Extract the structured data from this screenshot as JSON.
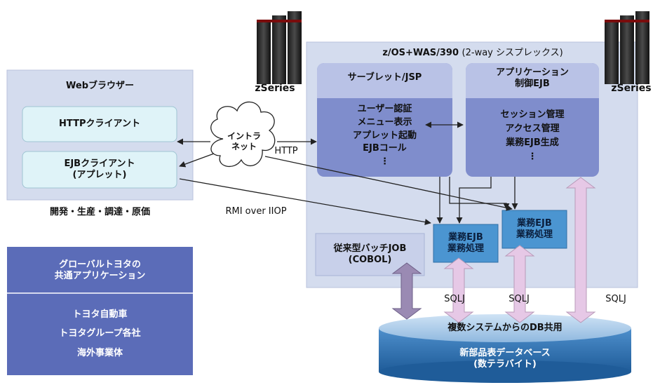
{
  "zos": {
    "title": "z/OS+WAS/390",
    "title_suffix": "(2-way シスプレックス)",
    "server_label_left": "zSeries",
    "server_label_right": "zSeries",
    "servlet": {
      "header": "サーブレット/JSP",
      "lines": "ユーザー認証\nメニュー表示\nアプレット起動\nEJBコール\n⋮"
    },
    "app_ejb": {
      "header": "アプリケーション\n制御EJB",
      "lines": "セッション管理\nアクセス管理\n業務EJB生成\n⋮"
    },
    "batch": "従来型バッチJOB\n(COBOL)",
    "ejb_process_1": "業務EJB\n業務処理",
    "ejb_process_2": "業務EJB\n業務処理"
  },
  "browser": {
    "title": "Webブラウザー",
    "http_client": "HTTPクライアント",
    "ejb_client": "EJBクライアント\n(アプレット)"
  },
  "departments": "開発・生産・調達・原価",
  "intranet": "イントラ\nネット",
  "protocols": {
    "http": "HTTP",
    "rmi": "RMI over IIOP",
    "sqlj_1": "SQLJ",
    "sqlj_2": "SQLJ",
    "sqlj_3": "SQLJ"
  },
  "global_app": {
    "title": "グローバルトヨタの\n共通アプリケーション",
    "lines": "トヨタ自動車\nトヨタグループ各社\n海外事業体"
  },
  "database": {
    "shared": "複数システムからのDB共用",
    "name": "新部品表データベース\n(数テラバイト)"
  },
  "colors": {
    "zos_bg": "#d4dcee",
    "panel_blue": "#7f8dcc",
    "client_cyan": "#dff3f8",
    "arrow_pink": "#e6c8e6",
    "arrow_purple": "#9a8ab3",
    "db_blue": "#2f74b5"
  }
}
